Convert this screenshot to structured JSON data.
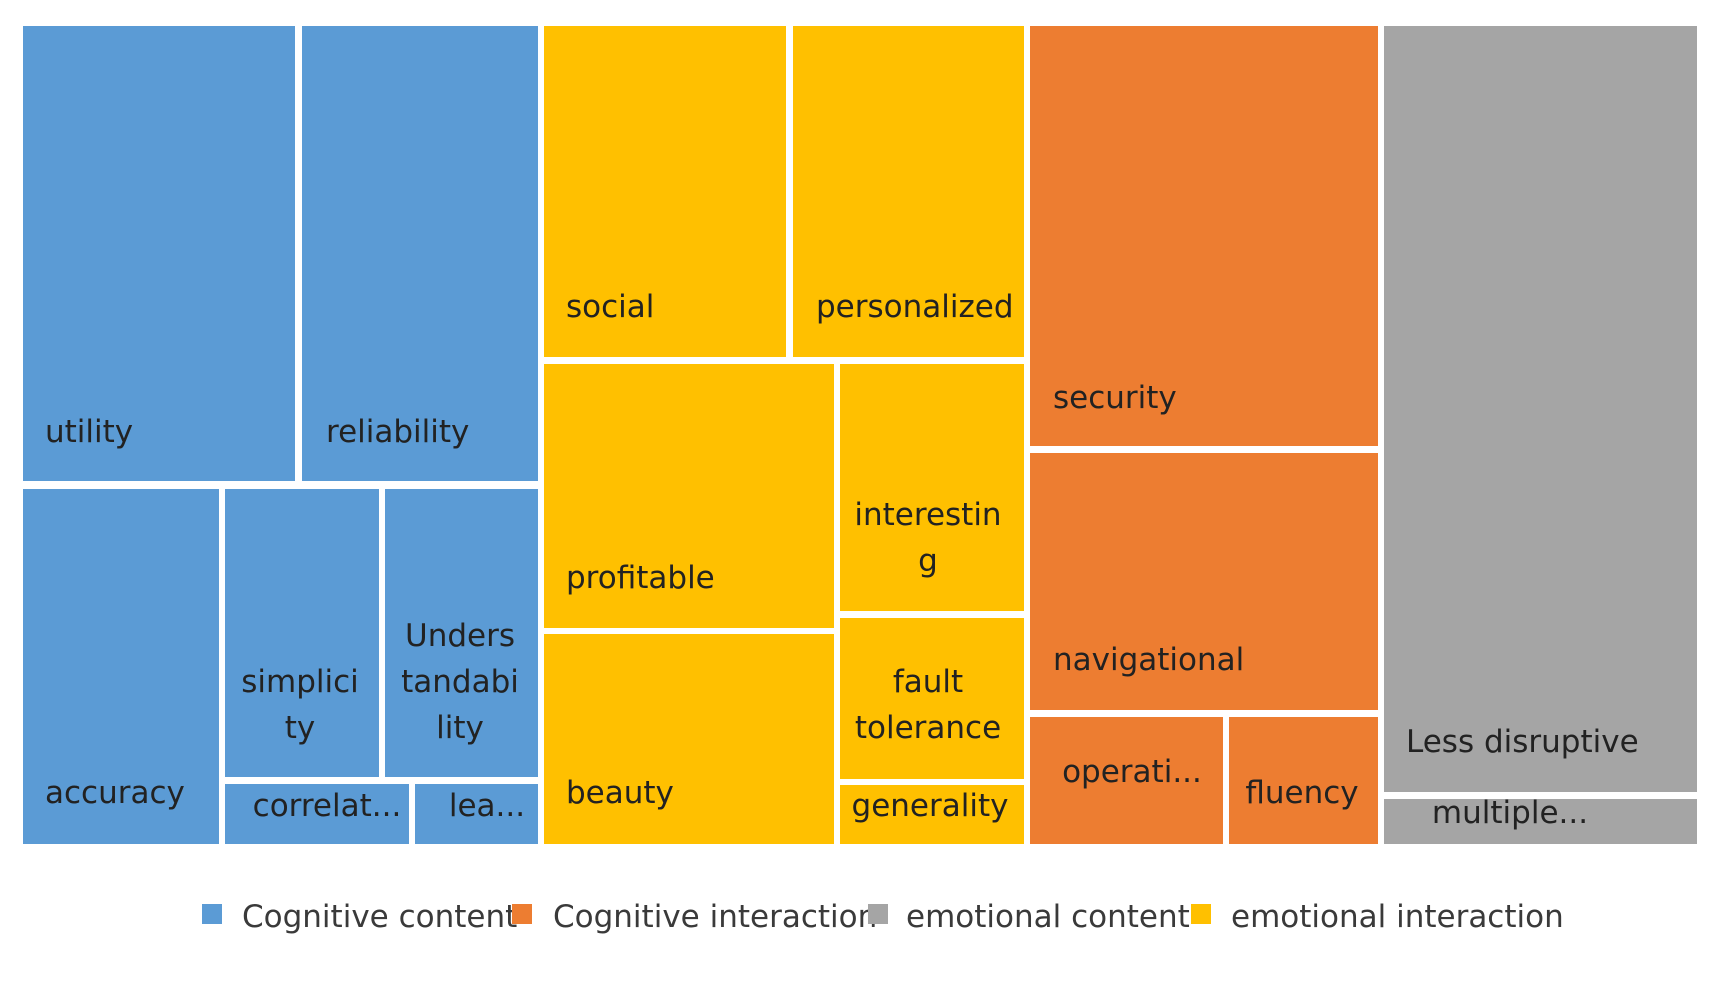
{
  "chart_data": {
    "type": "treemap",
    "title": "",
    "groups": [
      {
        "name": "Cognitive content",
        "color": "#5B9BD5",
        "items": [
          {
            "label": "utility"
          },
          {
            "label": "reliability"
          },
          {
            "label": "accuracy"
          },
          {
            "label": "simplici ty",
            "lines": [
              "simplici",
              "ty"
            ]
          },
          {
            "label": "Unders tandabi lity",
            "lines": [
              "Unders",
              "tandabi",
              "lity"
            ]
          },
          {
            "label": "correlat..."
          },
          {
            "label": "lea..."
          }
        ]
      },
      {
        "name": "emotional  interaction",
        "color": "#FFC000",
        "items": [
          {
            "label": "social"
          },
          {
            "label": "personalized"
          },
          {
            "label": "profitable"
          },
          {
            "label": "interestin g",
            "lines": [
              "interestin",
              "g"
            ]
          },
          {
            "label": "beauty"
          },
          {
            "label": "fault tolerance",
            "lines": [
              "fault",
              "tolerance"
            ]
          },
          {
            "label": "generality"
          }
        ]
      },
      {
        "name": "Cognitive interaction",
        "color": "#ED7D31",
        "items": [
          {
            "label": "security"
          },
          {
            "label": "navigational"
          },
          {
            "label": "operati..."
          },
          {
            "label": "fluency"
          }
        ]
      },
      {
        "name": "emotional content",
        "color": "#A5A5A5",
        "items": [
          {
            "label": "Less disruptive"
          },
          {
            "label": "multiple..."
          }
        ]
      }
    ],
    "legend": {
      "position": "bottom",
      "entries": [
        {
          "name": "Cognitive content",
          "color": "#5B9BD5"
        },
        {
          "name": "Cognitive interaction",
          "color": "#ED7D31"
        },
        {
          "name": "emotional content",
          "color": "#A5A5A5"
        },
        {
          "name": "emotional  interaction",
          "color": "#FFC000"
        }
      ]
    }
  }
}
